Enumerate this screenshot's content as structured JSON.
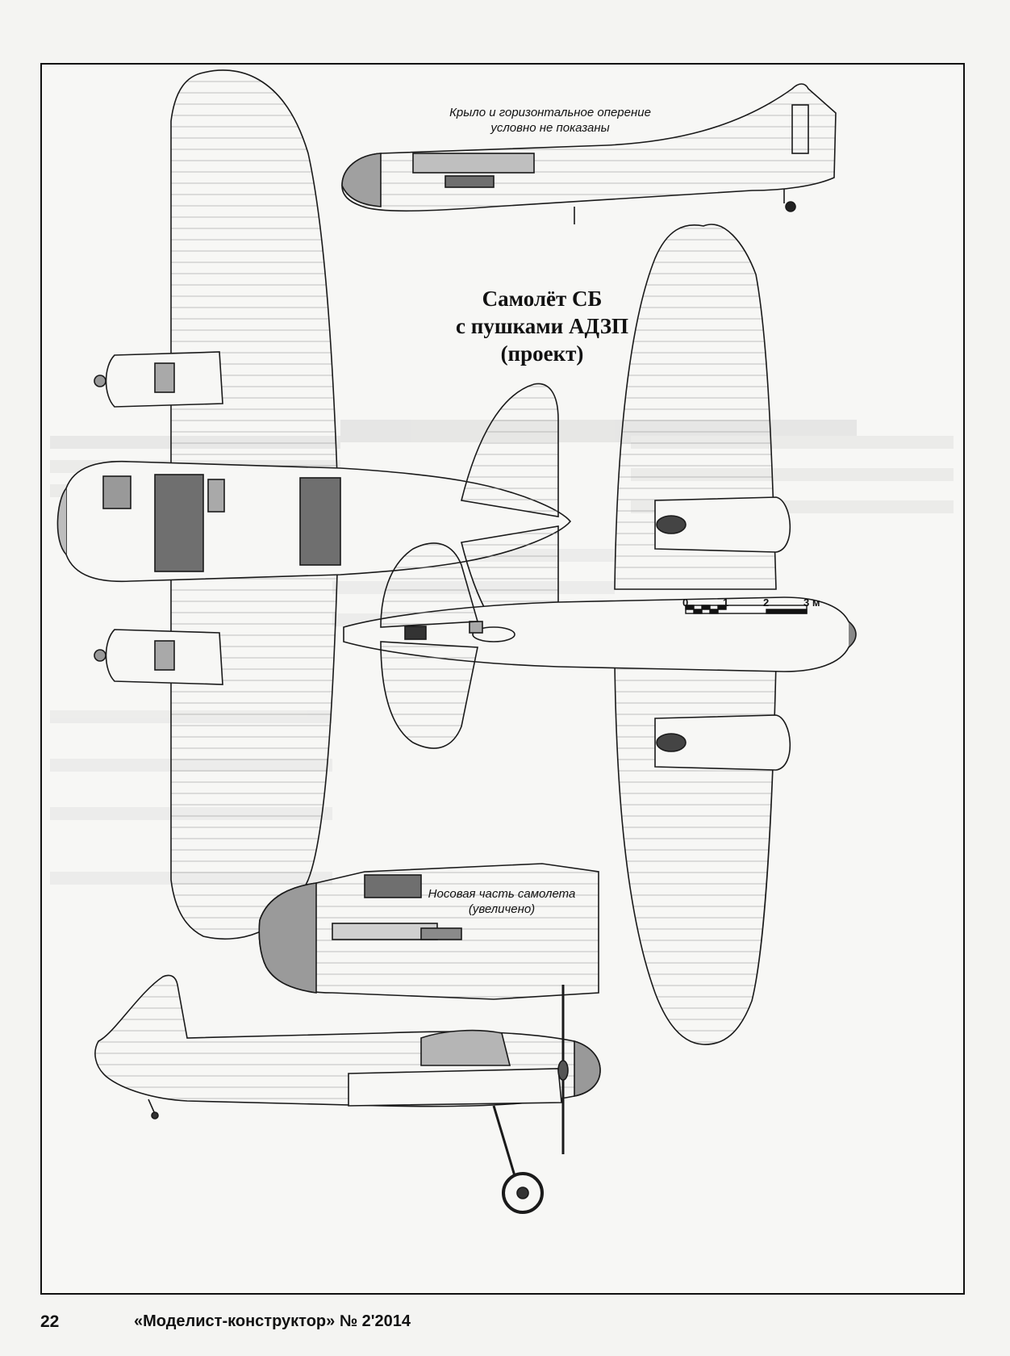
{
  "title_lines": [
    "Самолёт СБ",
    "с пушками АДЗП",
    "(проект)"
  ],
  "note_side_view": [
    "Крыло и горизонтальное оперение",
    "условно не показаны"
  ],
  "note_nose_view": [
    "Носовая часть самолета",
    "(увеличено)"
  ],
  "scale_bar": {
    "labels": [
      "0",
      "1",
      "2",
      "3 м"
    ]
  },
  "footer": {
    "page_number": "22",
    "magazine": "«Моделист-конструктор» № 2'2014"
  },
  "colors": {
    "line": "#1a1a1a",
    "dark_fill": "#6f6f6f",
    "mid_fill": "#a9a9a9",
    "paper": "#f7f7f5",
    "bleed_text": "#bdbdbd"
  },
  "icons": [
    "top-view-aircraft",
    "bottom-view-aircraft",
    "side-view-fuselage",
    "nose-detail",
    "side-view-aircraft",
    "propeller-icon",
    "landing-wheel-icon",
    "tail-wheel-icon"
  ]
}
